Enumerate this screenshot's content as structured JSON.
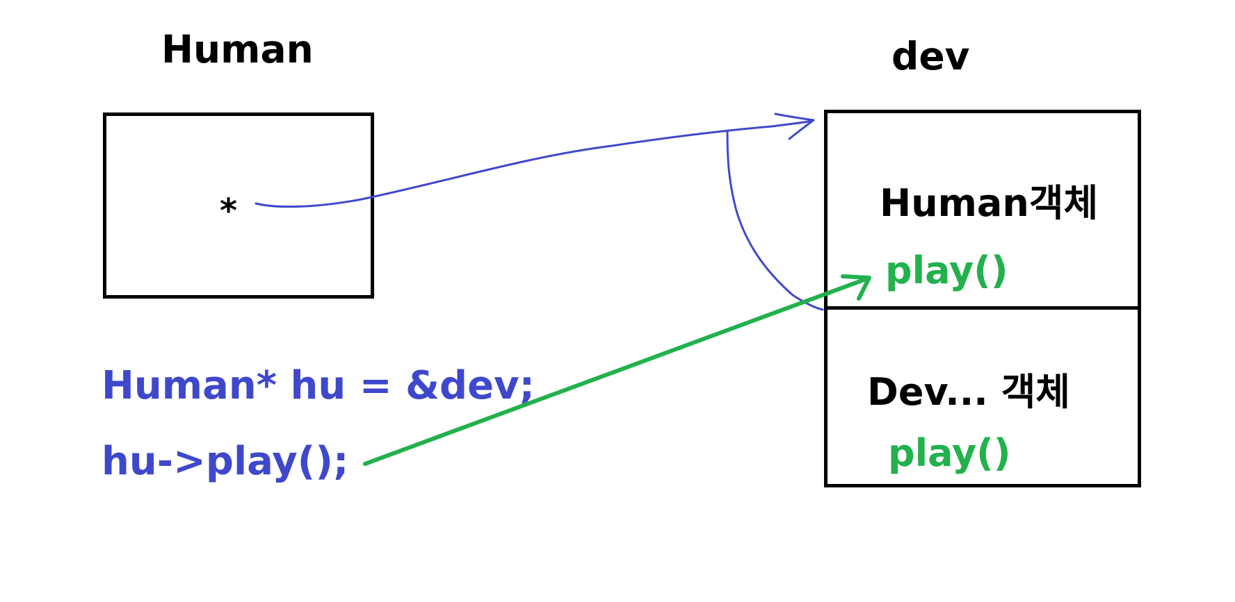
{
  "colors": {
    "text": "#000000",
    "code": "#3f48cc",
    "method": "#22b14c",
    "pointer_arrow": "#3f48cc",
    "call_arrow": "#22b14c"
  },
  "human_box": {
    "title": "Human",
    "pointer_symbol": "*"
  },
  "dev_box": {
    "title": "dev",
    "upper_section": {
      "label": "Human객체",
      "method": "play()"
    },
    "lower_section": {
      "label": "Dev... 객체",
      "method": "play()"
    }
  },
  "code": {
    "line1": "Human* hu  =  &dev;",
    "line2": "hu->play();"
  }
}
